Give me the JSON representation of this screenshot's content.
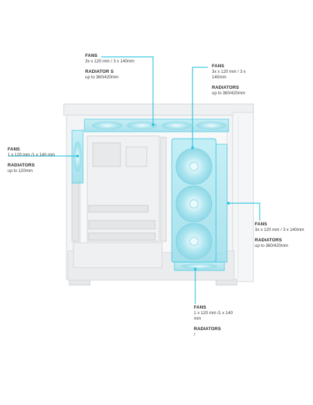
{
  "accent_color": "#2fc6e0",
  "case_color": "#eceef0",
  "callouts": {
    "top": {
      "fans_title": "FANS",
      "fans_value": "3x x 120 mm / 3 x 140mm",
      "rad_title": "RADIATOR S",
      "rad_value": "up to  360/420mm"
    },
    "side": {
      "fans_title": "FANS",
      "fans_value_1": "3x x 120 mm / 3 x",
      "fans_value_2": "140mm",
      "rad_title": "RADIATORS",
      "rad_value": "up to  360/420mm"
    },
    "rear": {
      "fans_title": "FANS",
      "fans_value": "1 x 120 mm /1 x 140 mm",
      "rad_title": "RADIATORS",
      "rad_value": "up to 120mm"
    },
    "right": {
      "fans_title": "FANS",
      "fans_value": "3x x 120 mm / 3 x 140mm",
      "rad_title": "RADIATORS",
      "rad_value": "up to  360/420mm"
    },
    "bottom": {
      "fans_title": "FANS",
      "fans_value_1": "1 x 120 mm /1 x 140",
      "fans_value_2": "mm",
      "rad_title": "RADIATORS",
      "rad_value": "/"
    }
  }
}
